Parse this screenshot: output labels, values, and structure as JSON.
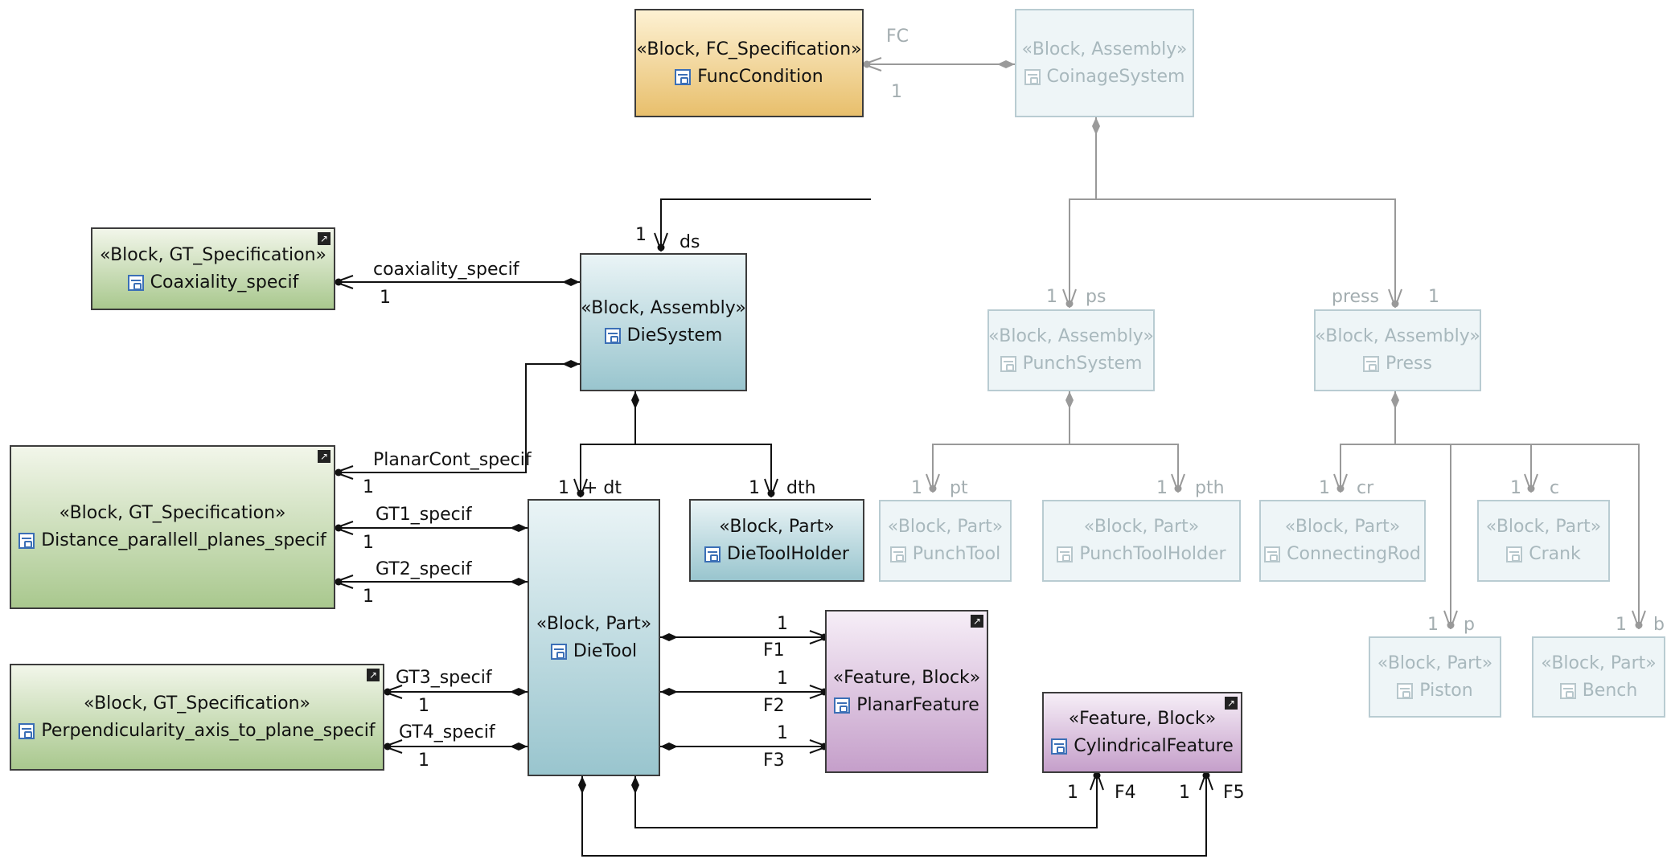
{
  "colors": {
    "spec_orange": "#e8bf6c",
    "spec_green": "#a9c88e",
    "assembly_blue": "#99c5ce",
    "feature_purple": "#c59fca",
    "faded": "#b9ccd2"
  },
  "blocks": {
    "func_condition": {
      "stereotype": "«Block, FC_Specification»",
      "name": "FuncCondition"
    },
    "coinage_system": {
      "stereotype": "«Block, Assembly»",
      "name": "CoinageSystem"
    },
    "coaxiality_specif": {
      "stereotype": "«Block, GT_Specification»",
      "name": "Coaxiality_specif"
    },
    "die_system": {
      "stereotype": "«Block, Assembly»",
      "name": "DieSystem"
    },
    "punch_system": {
      "stereotype": "«Block, Assembly»",
      "name": "PunchSystem"
    },
    "press": {
      "stereotype": "«Block, Assembly»",
      "name": "Press"
    },
    "distance_specif": {
      "stereotype": "«Block, GT_Specification»",
      "name": "Distance_parallell_planes_specif"
    },
    "die_tool": {
      "stereotype": "«Block, Part»",
      "name": "DieTool"
    },
    "die_tool_holder": {
      "stereotype": "«Block, Part»",
      "name": "DieToolHolder"
    },
    "punch_tool": {
      "stereotype": "«Block, Part»",
      "name": "PunchTool"
    },
    "punch_tool_holder": {
      "stereotype": "«Block, Part»",
      "name": "PunchToolHolder"
    },
    "connecting_rod": {
      "stereotype": "«Block, Part»",
      "name": "ConnectingRod"
    },
    "crank": {
      "stereotype": "«Block, Part»",
      "name": "Crank"
    },
    "perpendicularity_specif": {
      "stereotype": "«Block, GT_Specification»",
      "name": "Perpendicularity_axis_to_plane_specif"
    },
    "planar_feature": {
      "stereotype": "«Feature, Block»",
      "name": "PlanarFeature"
    },
    "cylindrical_feature": {
      "stereotype": "«Feature, Block»",
      "name": "CylindricalFeature"
    },
    "piston": {
      "stereotype": "«Block, Part»",
      "name": "Piston"
    },
    "bench": {
      "stereotype": "«Block, Part»",
      "name": "Bench"
    }
  },
  "labels": {
    "fc_role": "FC",
    "fc_mult": "1",
    "ds_mult": "1",
    "ds_role": "ds",
    "ps_mult": "1",
    "ps_role": "ps",
    "press_role": "press",
    "press_mult": "1",
    "coax_role": "coaxiality_specif",
    "coax_mult": "1",
    "planar_role": "PlanarCont_specif",
    "planar_mult": "1",
    "dt_mult": "1",
    "dt_role": "+ dt",
    "dth_mult": "1",
    "dth_role": "dth",
    "pt_mult": "1",
    "pt_role": "pt",
    "pth_mult": "1",
    "pth_role": "pth",
    "cr_mult": "1",
    "cr_role": "cr",
    "c_mult": "1",
    "c_role": "c",
    "gt1_role": "GT1_specif",
    "gt1_mult": "1",
    "gt2_role": "GT2_specif",
    "gt2_mult": "1",
    "gt3_role": "GT3_specif",
    "gt3_mult": "1",
    "gt4_role": "GT4_specif",
    "gt4_mult": "1",
    "f1_mult": "1",
    "f1_role": "F1",
    "f2_mult": "1",
    "f2_role": "F2",
    "f3_mult": "1",
    "f3_role": "F3",
    "p_mult": "1",
    "p_role": "p",
    "b_mult": "1",
    "b_role": "b",
    "f4_mult": "1",
    "f4_role": "F4",
    "f5_mult": "1",
    "f5_role": "F5"
  }
}
